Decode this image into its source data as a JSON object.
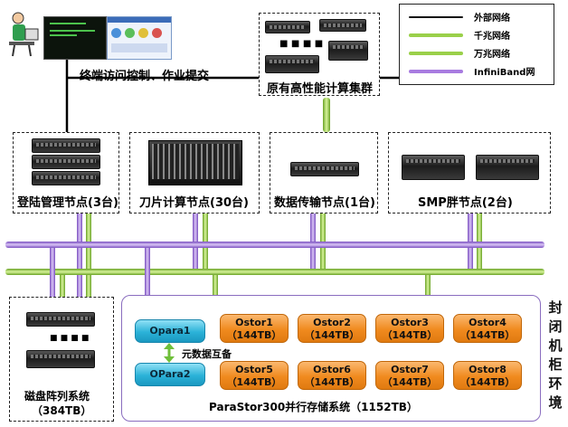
{
  "terminal": {
    "label": "终端访问控制、作业提交"
  },
  "hpc_cluster": {
    "label": "原有高性能计算集群"
  },
  "legend": {
    "items": [
      {
        "label": "外部网络",
        "color": "#111111"
      },
      {
        "label": "千兆网络",
        "color": "#9ad04a"
      },
      {
        "label": "万兆网络",
        "color": "#9ad04a"
      },
      {
        "label": "InfiniBand网",
        "color": "#a87ce0"
      }
    ]
  },
  "nodes": {
    "login": "登陆管理节点(3台)",
    "blade": "刀片计算节点(30台)",
    "transfer": "数据传输节点(1台)",
    "smp": "SMP胖节点(2台)"
  },
  "disk_array": {
    "label": "磁盘阵列系统",
    "capacity": "（384TB）"
  },
  "storage": {
    "title": "ParaStor300并行存储系统（1152TB）",
    "side_label": [
      "封",
      "闭",
      "机",
      "柜",
      "环",
      "境"
    ],
    "metadata_label": "元数据互备",
    "opara": [
      "Opara1",
      "OPara2"
    ],
    "ostor": [
      {
        "name": "Ostor1",
        "cap": "（144TB）"
      },
      {
        "name": "Ostor2",
        "cap": "（144TB）"
      },
      {
        "name": "Ostor3",
        "cap": "（144TB）"
      },
      {
        "name": "Ostor4",
        "cap": "（144TB）"
      },
      {
        "name": "Ostor5",
        "cap": "（144TB）"
      },
      {
        "name": "Ostor6",
        "cap": "（144TB）"
      },
      {
        "name": "Ostor7",
        "cap": "（144TB）"
      },
      {
        "name": "Ostor8",
        "cap": "（144TB）"
      }
    ]
  },
  "colors": {
    "gigabit": "#9ad04a",
    "infiniband": "#a87ce0",
    "ostor": "#f08a1e",
    "opara": "#2bb2d8"
  }
}
